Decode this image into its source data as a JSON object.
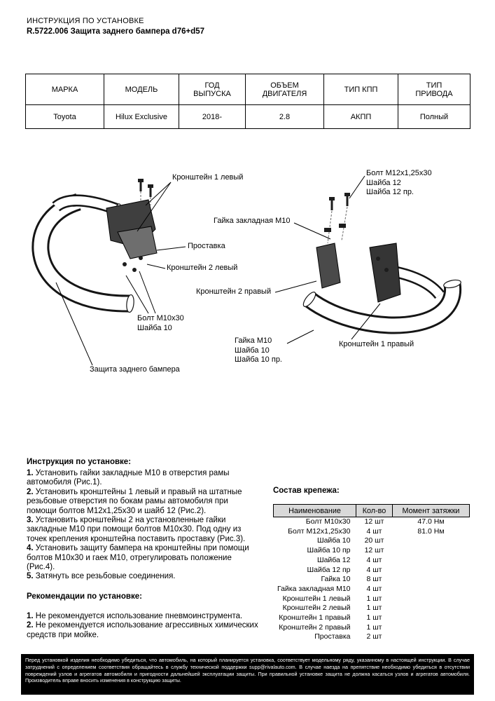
{
  "header": {
    "title": "ИНСТРУКЦИЯ ПО УСТАНОВКЕ",
    "subtitle": "R.5722.006 Защита заднего бампера d76+d57"
  },
  "colors": {
    "fastener_header_bg": "#d9d9d9",
    "footer_bg": "#000000",
    "page_bg": "#ffffff"
  },
  "spec_table": {
    "headers": [
      "МАРКА",
      "МОДЕЛЬ",
      "ГОД\nВЫПУСКА",
      "ОБЪЕМ\nДВИГАТЕЛЯ",
      "ТИП КПП",
      "ТИП\nПРИВОДА"
    ],
    "row": [
      "Toyota",
      "Hilux Exclusive",
      "2018-",
      "2.8",
      "АКПП",
      "Полный"
    ]
  },
  "diagram": {
    "labels": [
      {
        "id": "bracket-1-left",
        "text": "Кронштейн 1 левый"
      },
      {
        "id": "bolt-m12-group",
        "text": "Болт М12х1,25х30\nШайба 12\nШайба 12 пр."
      },
      {
        "id": "nut-insert-m10",
        "text": "Гайка закладная М10"
      },
      {
        "id": "spacer",
        "text": "Проставка"
      },
      {
        "id": "bracket-2-left",
        "text": "Кронштейн 2 левый"
      },
      {
        "id": "bracket-2-right",
        "text": "Кронштейн 2 правый"
      },
      {
        "id": "bolt-m10-group",
        "text": "Болт М10х30\nШайба 10"
      },
      {
        "id": "nut-m10-group",
        "text": "Гайка М10\nШайба 10\nШайба 10 пр."
      },
      {
        "id": "bracket-1-right",
        "text": "Кронштейн 1 правый"
      },
      {
        "id": "guard",
        "text": "Защита заднего бампера"
      }
    ]
  },
  "instructions": {
    "title": "Инструкция по установке:",
    "steps": [
      {
        "num": "1.",
        "text": "Установить гайки закладные М10 в отверстия рамы автомобиля (Рис.1)."
      },
      {
        "num": "2.",
        "text": "Установить кронштейны 1 левый и правый на штатные резьбовые отверстия по бокам рамы автомобиля при помощи болтов М12х1,25х30 и шайб 12 (Рис.2)."
      },
      {
        "num": "3.",
        "text": "Установить кронштейны 2 на установленные гайки закладные М10 при помощи болтов М10х30. Под одну из точек крепления кронштейна поставить проставку (Рис.3)."
      },
      {
        "num": "4.",
        "text": "Установить защиту бампера на кронштейны при помощи болтов М10х30 и гаек М10, отрегулировать положение (Рис.4)."
      },
      {
        "num": "5.",
        "text": "Затянуть все резьбовые соединения."
      }
    ]
  },
  "recommendations": {
    "title": "Рекомендации по установке:",
    "items": [
      {
        "num": "1.",
        "text": "Не рекомендуется использование пневмоинструмента."
      },
      {
        "num": "2.",
        "text": "Не рекомендуется использование агрессивных химических средств при мойке."
      }
    ]
  },
  "fasteners": {
    "title": "Состав крепежа:",
    "headers": [
      "Наименование",
      "Кол-во",
      "Момент затяжки"
    ],
    "rows": [
      {
        "name": "Болт М10х30",
        "qty": "12 шт",
        "torque": "47.0 Нм"
      },
      {
        "name": "Болт М12х1,25х30",
        "qty": "4 шт",
        "torque": "81.0 Нм"
      },
      {
        "name": "Шайба 10",
        "qty": "20 шт",
        "torque": ""
      },
      {
        "name": "Шайба 10 пр",
        "qty": "12 шт",
        "torque": ""
      },
      {
        "name": "Шайба 12",
        "qty": "4 шт",
        "torque": ""
      },
      {
        "name": "Шайба 12 пр",
        "qty": "4 шт",
        "torque": ""
      },
      {
        "name": "Гайка 10",
        "qty": "8 шт",
        "torque": ""
      },
      {
        "name": "Гайка закладная М10",
        "qty": "4 шт",
        "torque": ""
      },
      {
        "name": "Кронштейн 1 левый",
        "qty": "1 шт",
        "torque": ""
      },
      {
        "name": "Кронштейн 2 левый",
        "qty": "1 шт",
        "torque": ""
      },
      {
        "name": "Кронштейн 1 правый",
        "qty": "1 шт",
        "torque": ""
      },
      {
        "name": "Кронштейн 2 правый",
        "qty": "1 шт",
        "torque": ""
      },
      {
        "name": "Проставка",
        "qty": "2 шт",
        "torque": ""
      }
    ]
  },
  "footer": {
    "text": "Перед установкой изделия необходимо убедиться, что автомобиль, на который планируется установка, соответствует модельному ряду, указанному в настоящей инструкции. В случае затруднений с определением соответствия обращайтесь в службу технической поддержки supp@rivalauto.com. В случае наезда на препятствие необходимо убедиться в отсутствии повреждений узлов и агрегатов автомобиля и пригодности дальнейшей эксплуатации защиты. При правильной установке защита не должна касаться узлов и агрегатов автомобиля. Производитель вправе вносить изменения в конструкцию защиты."
  }
}
